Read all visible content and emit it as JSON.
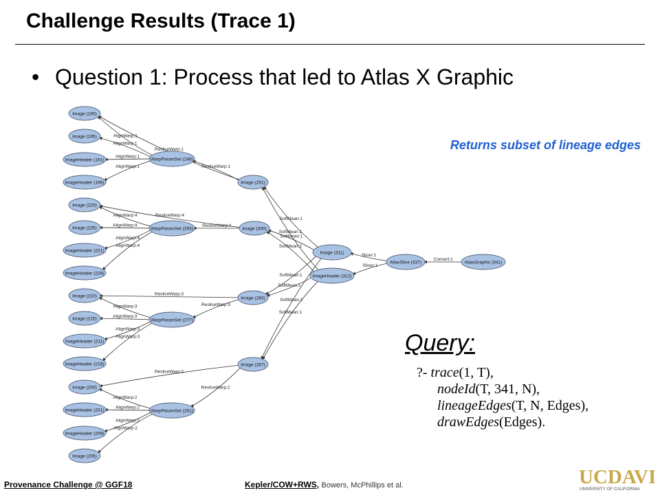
{
  "slide": {
    "title": "Challenge Results (Trace 1)",
    "bullet": "Question 1: Process that led to Atlas X Graphic",
    "note": "Returns subset of lineage edges"
  },
  "query": {
    "title": "Query:",
    "prompt": "?-",
    "lines": [
      {
        "fn": "trace",
        "args": "(1, T),"
      },
      {
        "fn": "nodeId",
        "args": "(T, 341, N),"
      },
      {
        "fn": "lineageEdges",
        "args": "(T, N, Edges),"
      },
      {
        "fn": "drawEdges",
        "args": "(Edges)."
      }
    ]
  },
  "footer": {
    "left": "Provenance Challenge @ GGF18",
    "mid_bold": "Kepler/COW+RWS,",
    "mid_authors": "Bowers, McPhillips et al."
  },
  "logo": {
    "name": "UCDAVIS",
    "subtitle": "UNIVERSITY OF CALIFORNIA",
    "color": "#c9a84a"
  },
  "graph": {
    "node_fill": "#a9c1e3",
    "node_stroke": "#55657c",
    "nodes": [
      {
        "id": "i190",
        "label": "Image (190)"
      },
      {
        "id": "i195",
        "label": "Image (195)"
      },
      {
        "id": "h191",
        "label": "ImageHeader (191)"
      },
      {
        "id": "h196",
        "label": "ImageHeader (196)"
      },
      {
        "id": "w248",
        "label": "WarpParamSet (248)"
      },
      {
        "id": "i251",
        "label": "Image (251)"
      },
      {
        "id": "i220",
        "label": "Image (220)"
      },
      {
        "id": "i225",
        "label": "Image (225)"
      },
      {
        "id": "h221",
        "label": "ImageHeader (221)"
      },
      {
        "id": "h226",
        "label": "ImageHeader (226)"
      },
      {
        "id": "w293",
        "label": "WarpParamSet (293)"
      },
      {
        "id": "i300",
        "label": "Image (300)"
      },
      {
        "id": "i311",
        "label": "Image (311)"
      },
      {
        "id": "h312",
        "label": "ImageHeader (312)"
      },
      {
        "id": "as337",
        "label": "AtlasSlice (337)"
      },
      {
        "id": "ag341",
        "label": "AtlasGraphic (341)"
      },
      {
        "id": "i210",
        "label": "Image (210)"
      },
      {
        "id": "i215",
        "label": "Image (215)"
      },
      {
        "id": "h211",
        "label": "ImageHeader (211)"
      },
      {
        "id": "h216",
        "label": "ImageHeader (216)"
      },
      {
        "id": "w277",
        "label": "WarpParamSet (277)"
      },
      {
        "id": "i283",
        "label": "Image (283)"
      },
      {
        "id": "i267",
        "label": "Image (267)"
      },
      {
        "id": "i200",
        "label": "Image (200)"
      },
      {
        "id": "h201",
        "label": "ImageHeader (201)"
      },
      {
        "id": "h206",
        "label": "ImageHeader (206)"
      },
      {
        "id": "i205",
        "label": "Image (205)"
      },
      {
        "id": "w261",
        "label": "WarpParamSet (261)"
      }
    ],
    "edges": [
      {
        "from": "ag341",
        "to": "as337",
        "label": "Convert:1"
      },
      {
        "from": "as337",
        "to": "i311",
        "label": "Slicer:1"
      },
      {
        "from": "as337",
        "to": "h312",
        "label": "Slicer:1"
      },
      {
        "from": "i311",
        "to": "i251",
        "label": "SoftMean:1"
      },
      {
        "from": "i311",
        "to": "i300",
        "label": "SoftMean:1"
      },
      {
        "from": "i311",
        "to": "i283",
        "label": "SoftMean:1"
      },
      {
        "from": "i311",
        "to": "i267",
        "label": "SoftMean:1"
      },
      {
        "from": "h312",
        "to": "i251",
        "label": "SoftMean:1"
      },
      {
        "from": "h312",
        "to": "i300",
        "label": "SoftMean:1"
      },
      {
        "from": "h312",
        "to": "i283",
        "label": "SoftMean:1"
      },
      {
        "from": "h312",
        "to": "i267",
        "label": "SoftMean:1"
      },
      {
        "from": "i251",
        "to": "i190",
        "label": "ResliceWarp:1"
      },
      {
        "from": "i251",
        "to": "w248",
        "label": "ResliceWarp:1"
      },
      {
        "from": "w248",
        "to": "i190",
        "label": "AlignWarp:1"
      },
      {
        "from": "w248",
        "to": "i195",
        "label": "AlignWarp:1"
      },
      {
        "from": "w248",
        "to": "h191",
        "label": "AlignWarp:1"
      },
      {
        "from": "w248",
        "to": "h196",
        "label": "AlignWarp:1"
      },
      {
        "from": "i300",
        "to": "i220",
        "label": "ResliceWarp:4"
      },
      {
        "from": "i300",
        "to": "w293",
        "label": "ResliceWarp:4"
      },
      {
        "from": "w293",
        "to": "i220",
        "label": "AlignWarp:4"
      },
      {
        "from": "w293",
        "to": "i225",
        "label": "AlignWarp:4"
      },
      {
        "from": "w293",
        "to": "h221",
        "label": "AlignWarp:4"
      },
      {
        "from": "w293",
        "to": "h226",
        "label": "AlignWarp:4"
      },
      {
        "from": "i283",
        "to": "i210",
        "label": "ResliceWarp:3"
      },
      {
        "from": "i283",
        "to": "w277",
        "label": "ResliceWarp:3"
      },
      {
        "from": "w277",
        "to": "i210",
        "label": "AlignWarp:3"
      },
      {
        "from": "w277",
        "to": "i215",
        "label": "AlignWarp:3"
      },
      {
        "from": "w277",
        "to": "h211",
        "label": "AlignWarp:3"
      },
      {
        "from": "w277",
        "to": "h216",
        "label": "AlignWarp:3"
      },
      {
        "from": "i267",
        "to": "w261",
        "label": "ResliceWarp:2"
      },
      {
        "from": "i267",
        "to": "i200",
        "label": "ResliceWarp:2"
      },
      {
        "from": "w261",
        "to": "i200",
        "label": "AlignWarp:2"
      },
      {
        "from": "w261",
        "to": "h201",
        "label": "AlignWarp:2"
      },
      {
        "from": "w261",
        "to": "h206",
        "label": "AlignWarp:2"
      },
      {
        "from": "w261",
        "to": "i205",
        "label": "AlignWarp:2"
      }
    ]
  }
}
